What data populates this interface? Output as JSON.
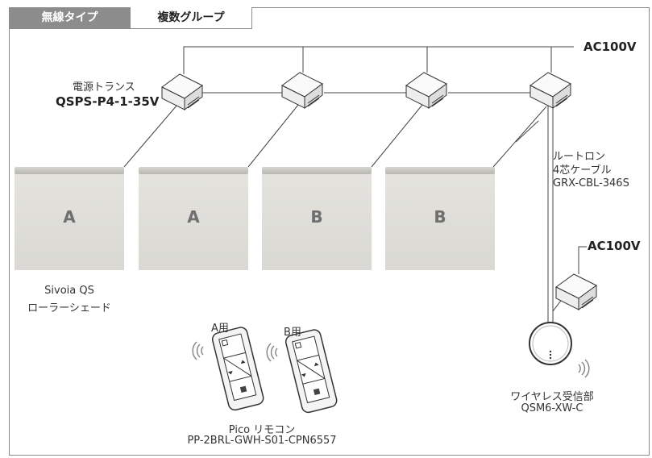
{
  "tabs": {
    "wireless": "無線タイプ",
    "group": "複数グループ"
  },
  "power_label_top": "AC100V",
  "power_label_right": "AC100V",
  "transformer": {
    "name": "電源トランス",
    "model": "QSPS-P4-1-35V"
  },
  "cable": {
    "line1": "ルートロン",
    "line2": "4芯ケーブル",
    "model": "GRX-CBL-346S"
  },
  "shades": [
    {
      "letter": "A"
    },
    {
      "letter": "A"
    },
    {
      "letter": "B"
    },
    {
      "letter": "B"
    }
  ],
  "shade_caption": {
    "line1": "Sivoia QS",
    "line2": "ローラーシェード"
  },
  "remotes": {
    "a_label": "A用",
    "b_label": "B用",
    "name": "Pico リモコン",
    "model": "PP-2BRL-GWH-S01-CPN6557"
  },
  "receiver": {
    "name": "ワイヤレス受信部",
    "model": "QSM6-XW-C"
  }
}
